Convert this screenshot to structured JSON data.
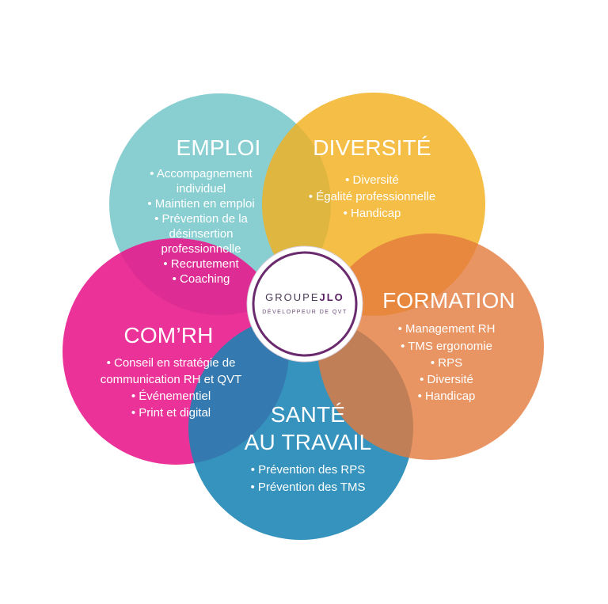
{
  "logo": {
    "line1": "GROUPE",
    "line1_bold": "JLO",
    "line2": "DÉVELOPPEUR DE QVT",
    "ring_color": "#6b2a6e"
  },
  "petals": {
    "emploi": {
      "color": "#5cbcc0",
      "title": "EMPLOI",
      "items": [
        "• Accompagnement",
        "individuel",
        "• Maintien en emploi",
        "• Prévention de la",
        "désinsertion",
        "professionnelle",
        "• Recrutement",
        "• Coaching"
      ]
    },
    "diversite": {
      "color": "#f2b01e",
      "title": "DIVERSITÉ",
      "items": [
        "• Diversité",
        "• Égalité professionnelle",
        "• Handicap"
      ]
    },
    "formation": {
      "color": "#e37a3c",
      "title": "FORMATION",
      "items": [
        "• Management RH",
        "• TMS ergonomie",
        "• RPS",
        "• Diversité",
        "• Handicap"
      ]
    },
    "sante": {
      "color": "#1a84b4",
      "title_line1": "SANTÉ",
      "title_line2": "AU TRAVAIL",
      "items": [
        "• Prévention des RPS",
        "• Prévention des TMS"
      ]
    },
    "comrh": {
      "color": "#e8168a",
      "title": "COM’RH",
      "items": [
        "• Conseil en stratégie de",
        "communication RH et QVT",
        "• Événementiel",
        "• Print et digital"
      ]
    }
  }
}
